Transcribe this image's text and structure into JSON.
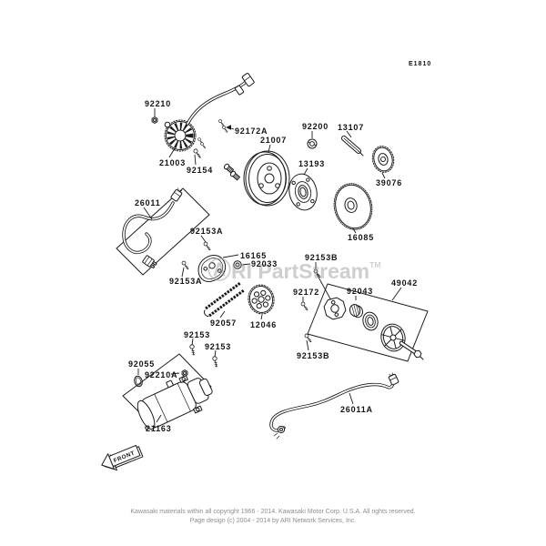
{
  "page": {
    "diagram_code": "E1810",
    "front_label": "FRONT"
  },
  "watermark": {
    "logo": "Ⓐ",
    "text": "RI PartStream",
    "tm": "TM"
  },
  "footer": {
    "line1": "Kawasaki materials within all copyright 1966 - 2014.  Kawasaki Motor Corp. U.S.A.  All rights reserved.",
    "line2": "Page design (c) 2004 - 2014 by ARI Network Services, Inc."
  },
  "part_labels": [
    {
      "text": "92210"
    },
    {
      "text": "21003"
    },
    {
      "text": "92154"
    },
    {
      "text": "92172A"
    },
    {
      "text": "21007"
    },
    {
      "text": "92200"
    },
    {
      "text": "13107"
    },
    {
      "text": "13193"
    },
    {
      "text": "39076"
    },
    {
      "text": "16085"
    },
    {
      "text": "26011"
    },
    {
      "text": "92153A"
    },
    {
      "text": "92153A"
    },
    {
      "text": "16165"
    },
    {
      "text": "92033"
    },
    {
      "text": "92153B"
    },
    {
      "text": "92172"
    },
    {
      "text": "92057"
    },
    {
      "text": "12046"
    },
    {
      "text": "92043"
    },
    {
      "text": "49042"
    },
    {
      "text": "92153B"
    },
    {
      "text": "92153"
    },
    {
      "text": "92153"
    },
    {
      "text": "92055"
    },
    {
      "text": "92210A"
    },
    {
      "text": "21163"
    },
    {
      "text": "26011A"
    }
  ]
}
